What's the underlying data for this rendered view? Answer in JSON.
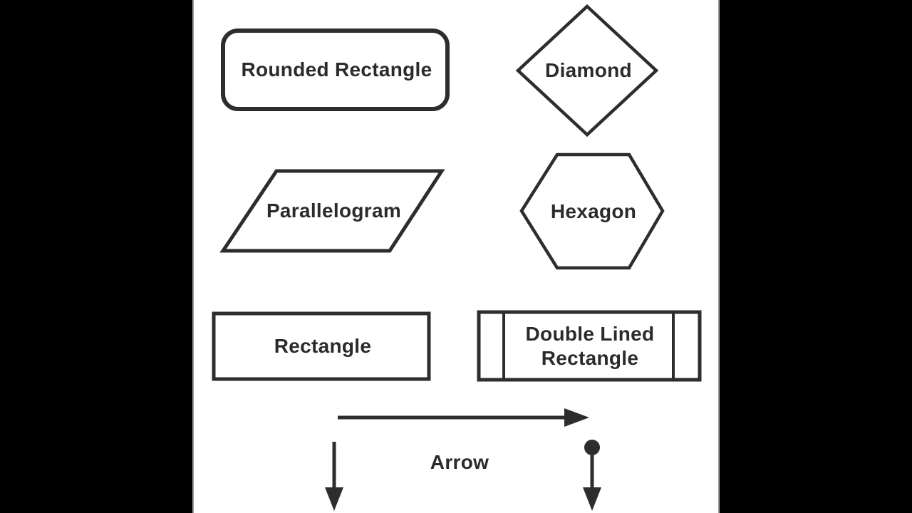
{
  "page": {
    "background_color": "#000000",
    "stage_background_color": "#ffffff",
    "stroke_color": "#2d2d2d",
    "text_color": "#2b2b2b",
    "edge_line_color": "#9a9a9a"
  },
  "shapes": {
    "rounded_rectangle": {
      "label": "Rounded Rectangle"
    },
    "diamond": {
      "label": "Diamond"
    },
    "parallelogram": {
      "label": "Parallelogram"
    },
    "hexagon": {
      "label": "Hexagon"
    },
    "rectangle": {
      "label": "Rectangle"
    },
    "double_lined_rectangle": {
      "label": "Double Lined Rectangle"
    },
    "arrow": {
      "label": "Arrow"
    }
  }
}
